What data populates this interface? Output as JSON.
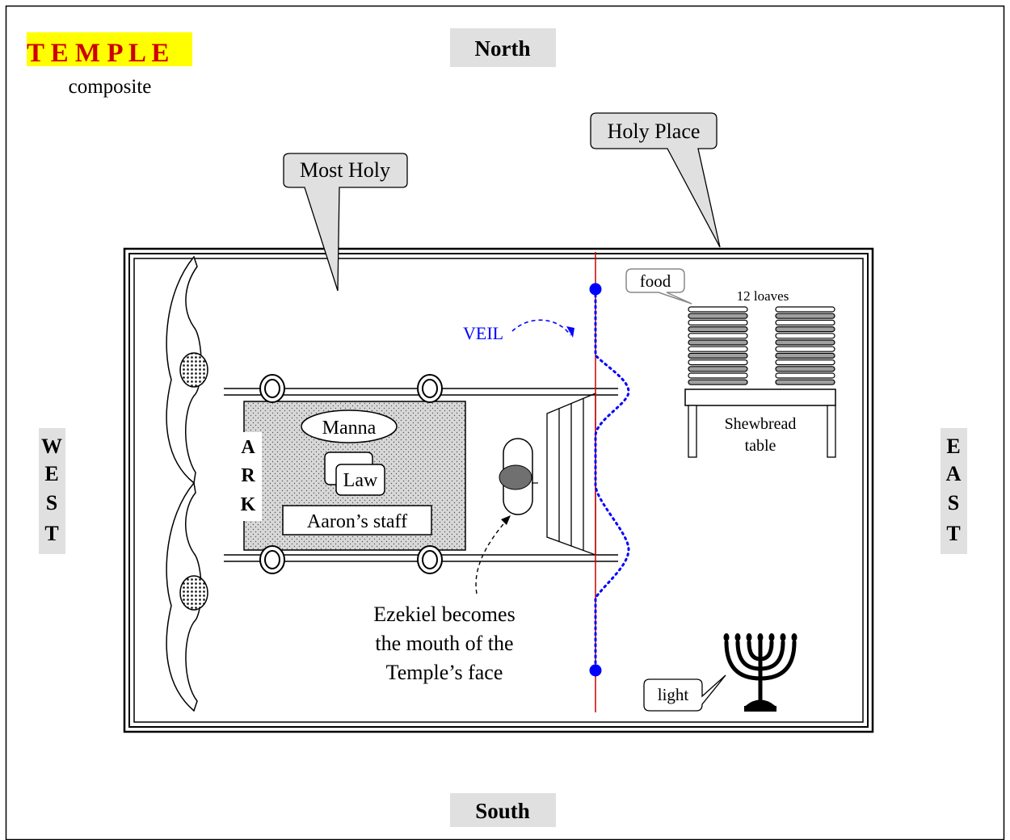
{
  "title": {
    "main": "T E M P L E",
    "sub": "composite",
    "highlight_color": "#ffff00"
  },
  "directions": {
    "north": "North",
    "south": "South",
    "west": [
      "W",
      "E",
      "S",
      "T"
    ],
    "east": [
      "E",
      "A",
      "S",
      "T"
    ],
    "panel_color": "#e0e0e0"
  },
  "callouts": {
    "most_holy": "Most Holy",
    "holy_place": "Holy Place",
    "food": "food",
    "light": "light"
  },
  "labels": {
    "veil": "VEIL",
    "loaves": "12 loaves",
    "shewbread_line1": "Shewbread",
    "shewbread_line2": "table",
    "ark_letters": [
      "A",
      "R",
      "K"
    ],
    "manna": "Manna",
    "law": "Law",
    "aarons_staff": "Aaron’s staff",
    "ezekiel_line1": "Ezekiel becomes",
    "ezekiel_line2": "the mouth of the",
    "ezekiel_line3": "Temple’s face"
  },
  "colors": {
    "veil": "#0000ff",
    "divider": "#cc0000",
    "loaf_dark": "#a0a0a0",
    "speckle": "#d8d8d8",
    "ark_oval": "#707070"
  },
  "icons": {
    "menorah": "menorah-icon",
    "cherub": "cherub-wing-icon",
    "ring": "ark-ring-icon",
    "veil_dot": "veil-anchor-dot-icon"
  }
}
